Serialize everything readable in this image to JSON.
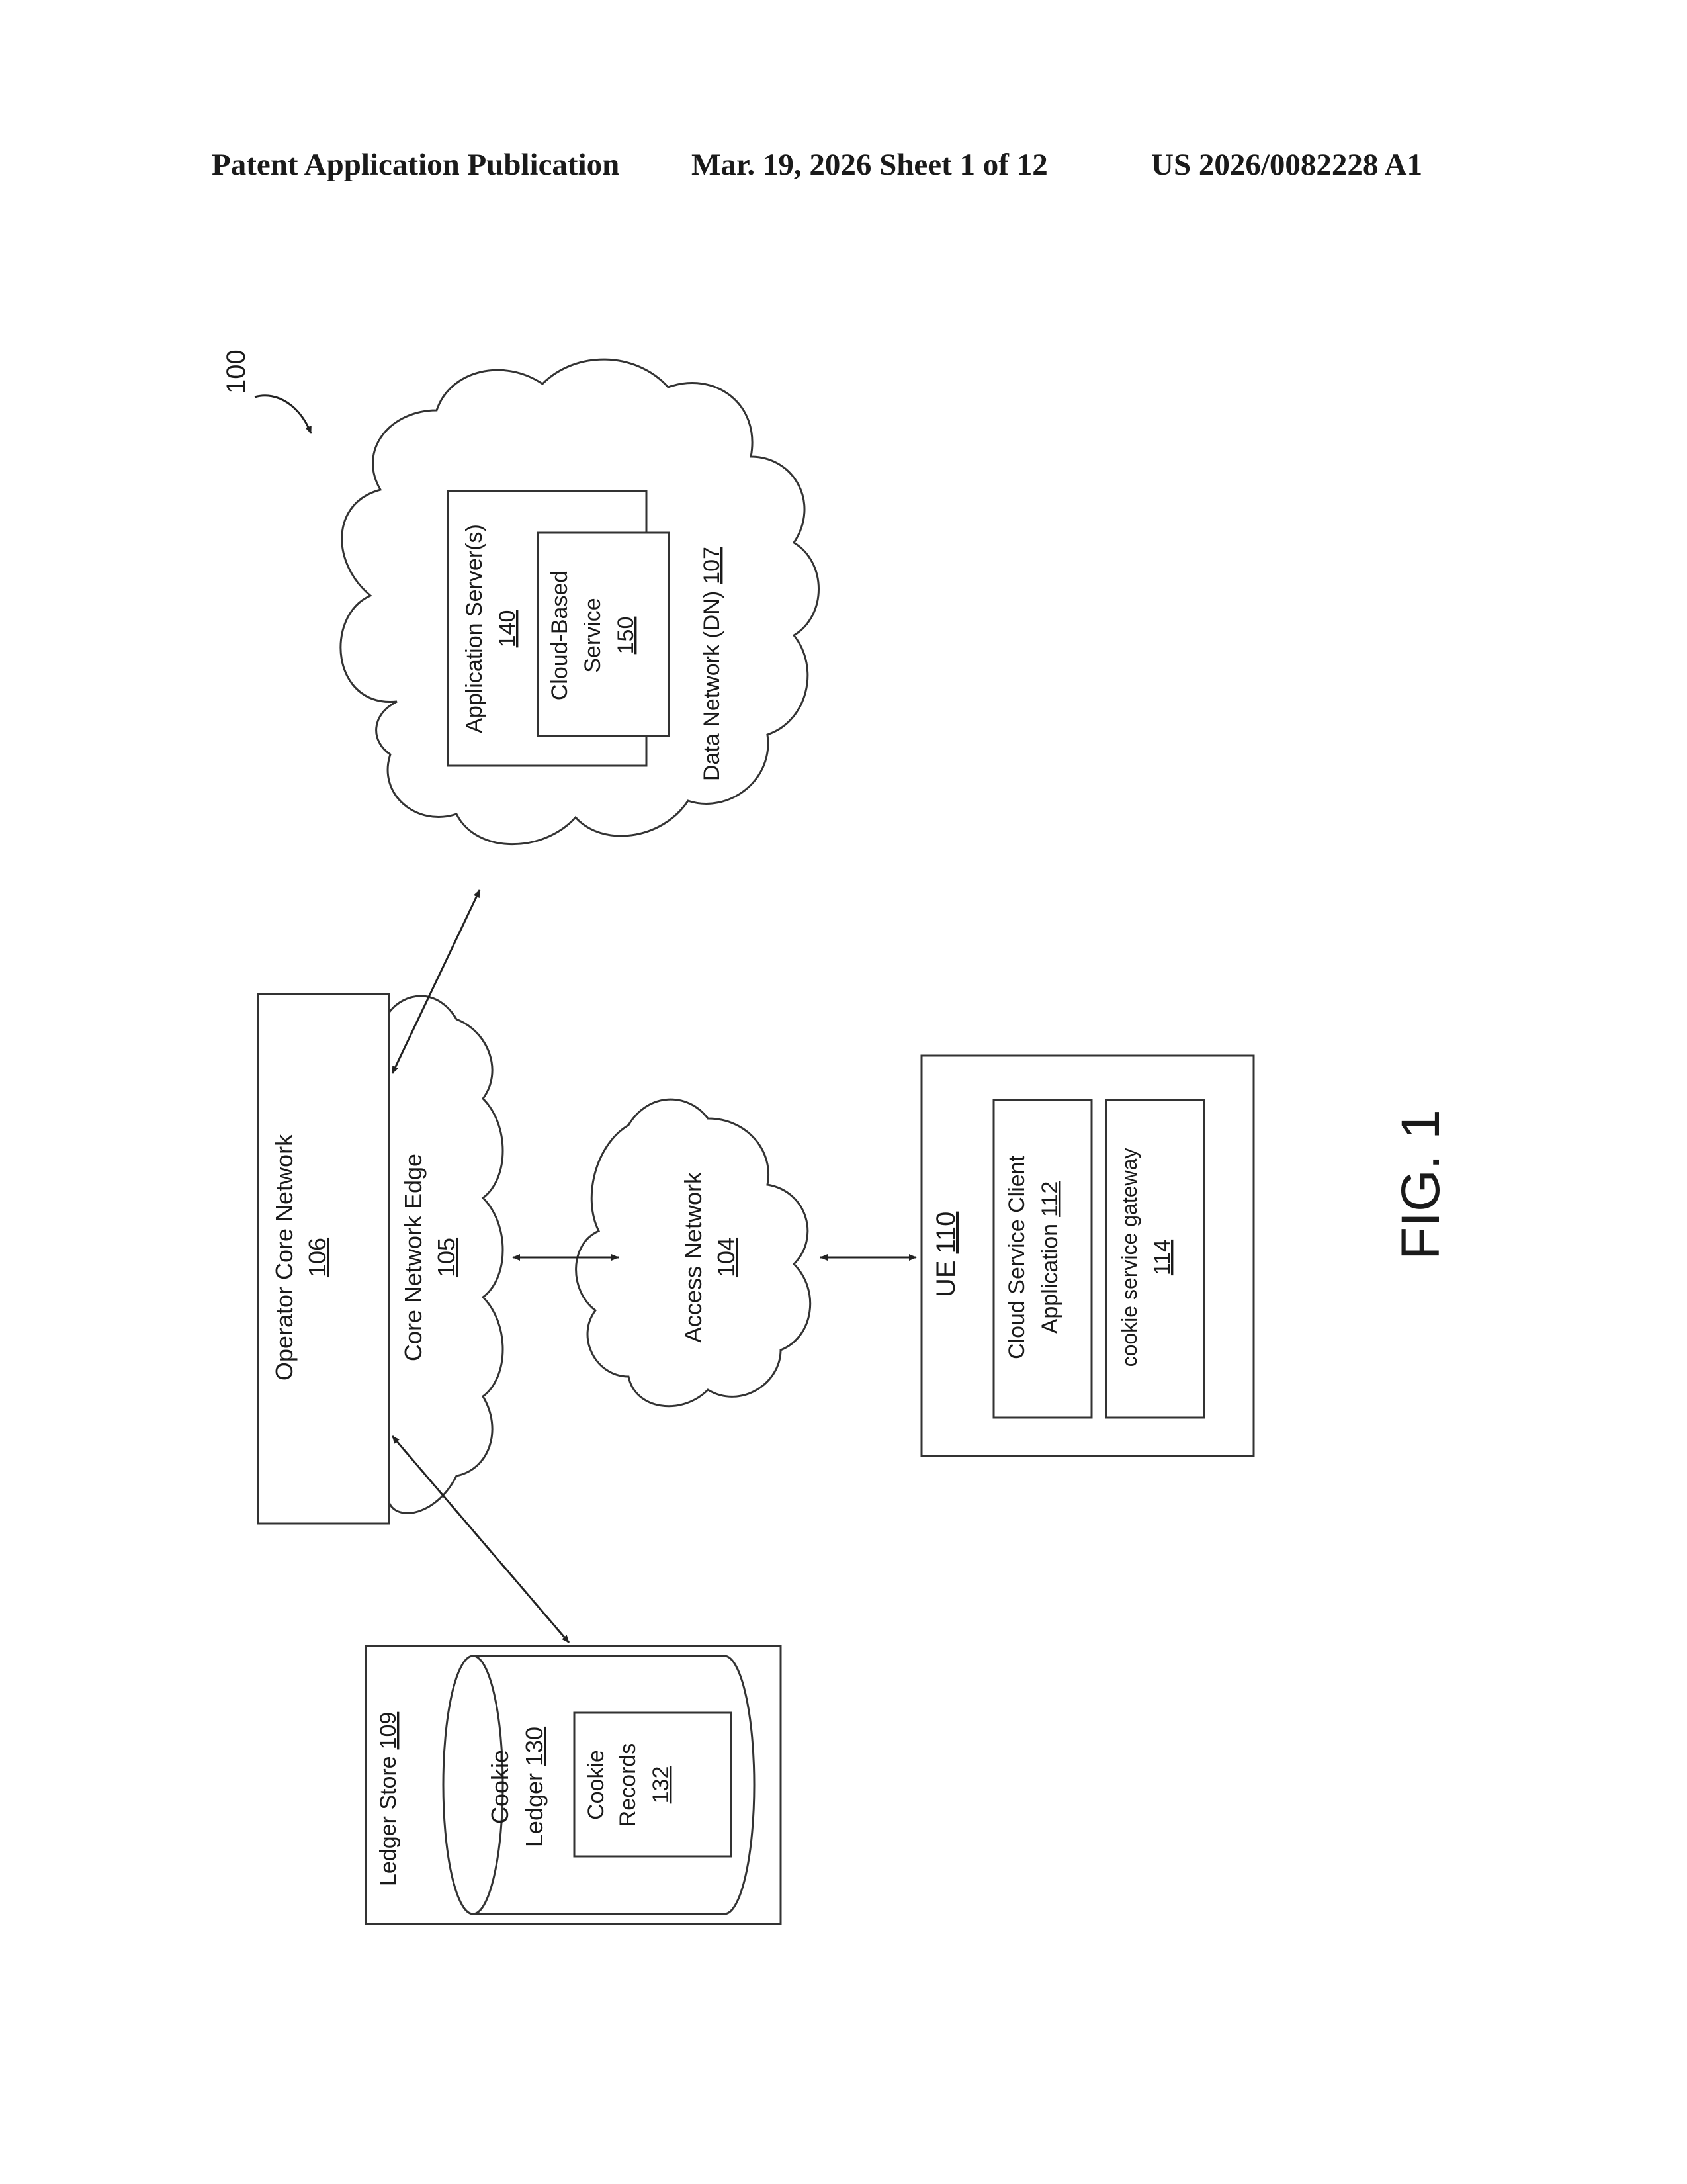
{
  "header": {
    "publication": "Patent Application Publication",
    "date_sheet": "Mar. 19, 2026  Sheet 1 of 12",
    "number": "US 2026/0082228 A1"
  },
  "figure": {
    "ref": "100",
    "caption": "FIG. 1"
  },
  "nodes": {
    "data_network": {
      "label": "Data Network (DN)",
      "ref": "107"
    },
    "app_servers": {
      "label": "Application Server(s)",
      "ref": "140"
    },
    "cloud_service": {
      "line1": "Cloud-Based",
      "line2": "Service",
      "ref": "150"
    },
    "operator_core": {
      "label": "Operator Core Network",
      "ref": "106"
    },
    "core_edge": {
      "label": "Core Network Edge",
      "ref": "105"
    },
    "access_network": {
      "label": "Access Network",
      "ref": "104"
    },
    "ue": {
      "label": "UE",
      "ref": "110"
    },
    "cloud_client": {
      "line1": "Cloud Service Client",
      "line2": "Application",
      "ref": "112"
    },
    "cookie_gateway": {
      "label": "cookie service gateway",
      "ref": "114"
    },
    "ledger_store": {
      "label": "Ledger Store",
      "ref": "109"
    },
    "cookie_ledger": {
      "line1": "Cookie",
      "line2": "Ledger",
      "ref": "130"
    },
    "cookie_records": {
      "line1": "Cookie",
      "line2": "Records",
      "ref": "132"
    }
  }
}
